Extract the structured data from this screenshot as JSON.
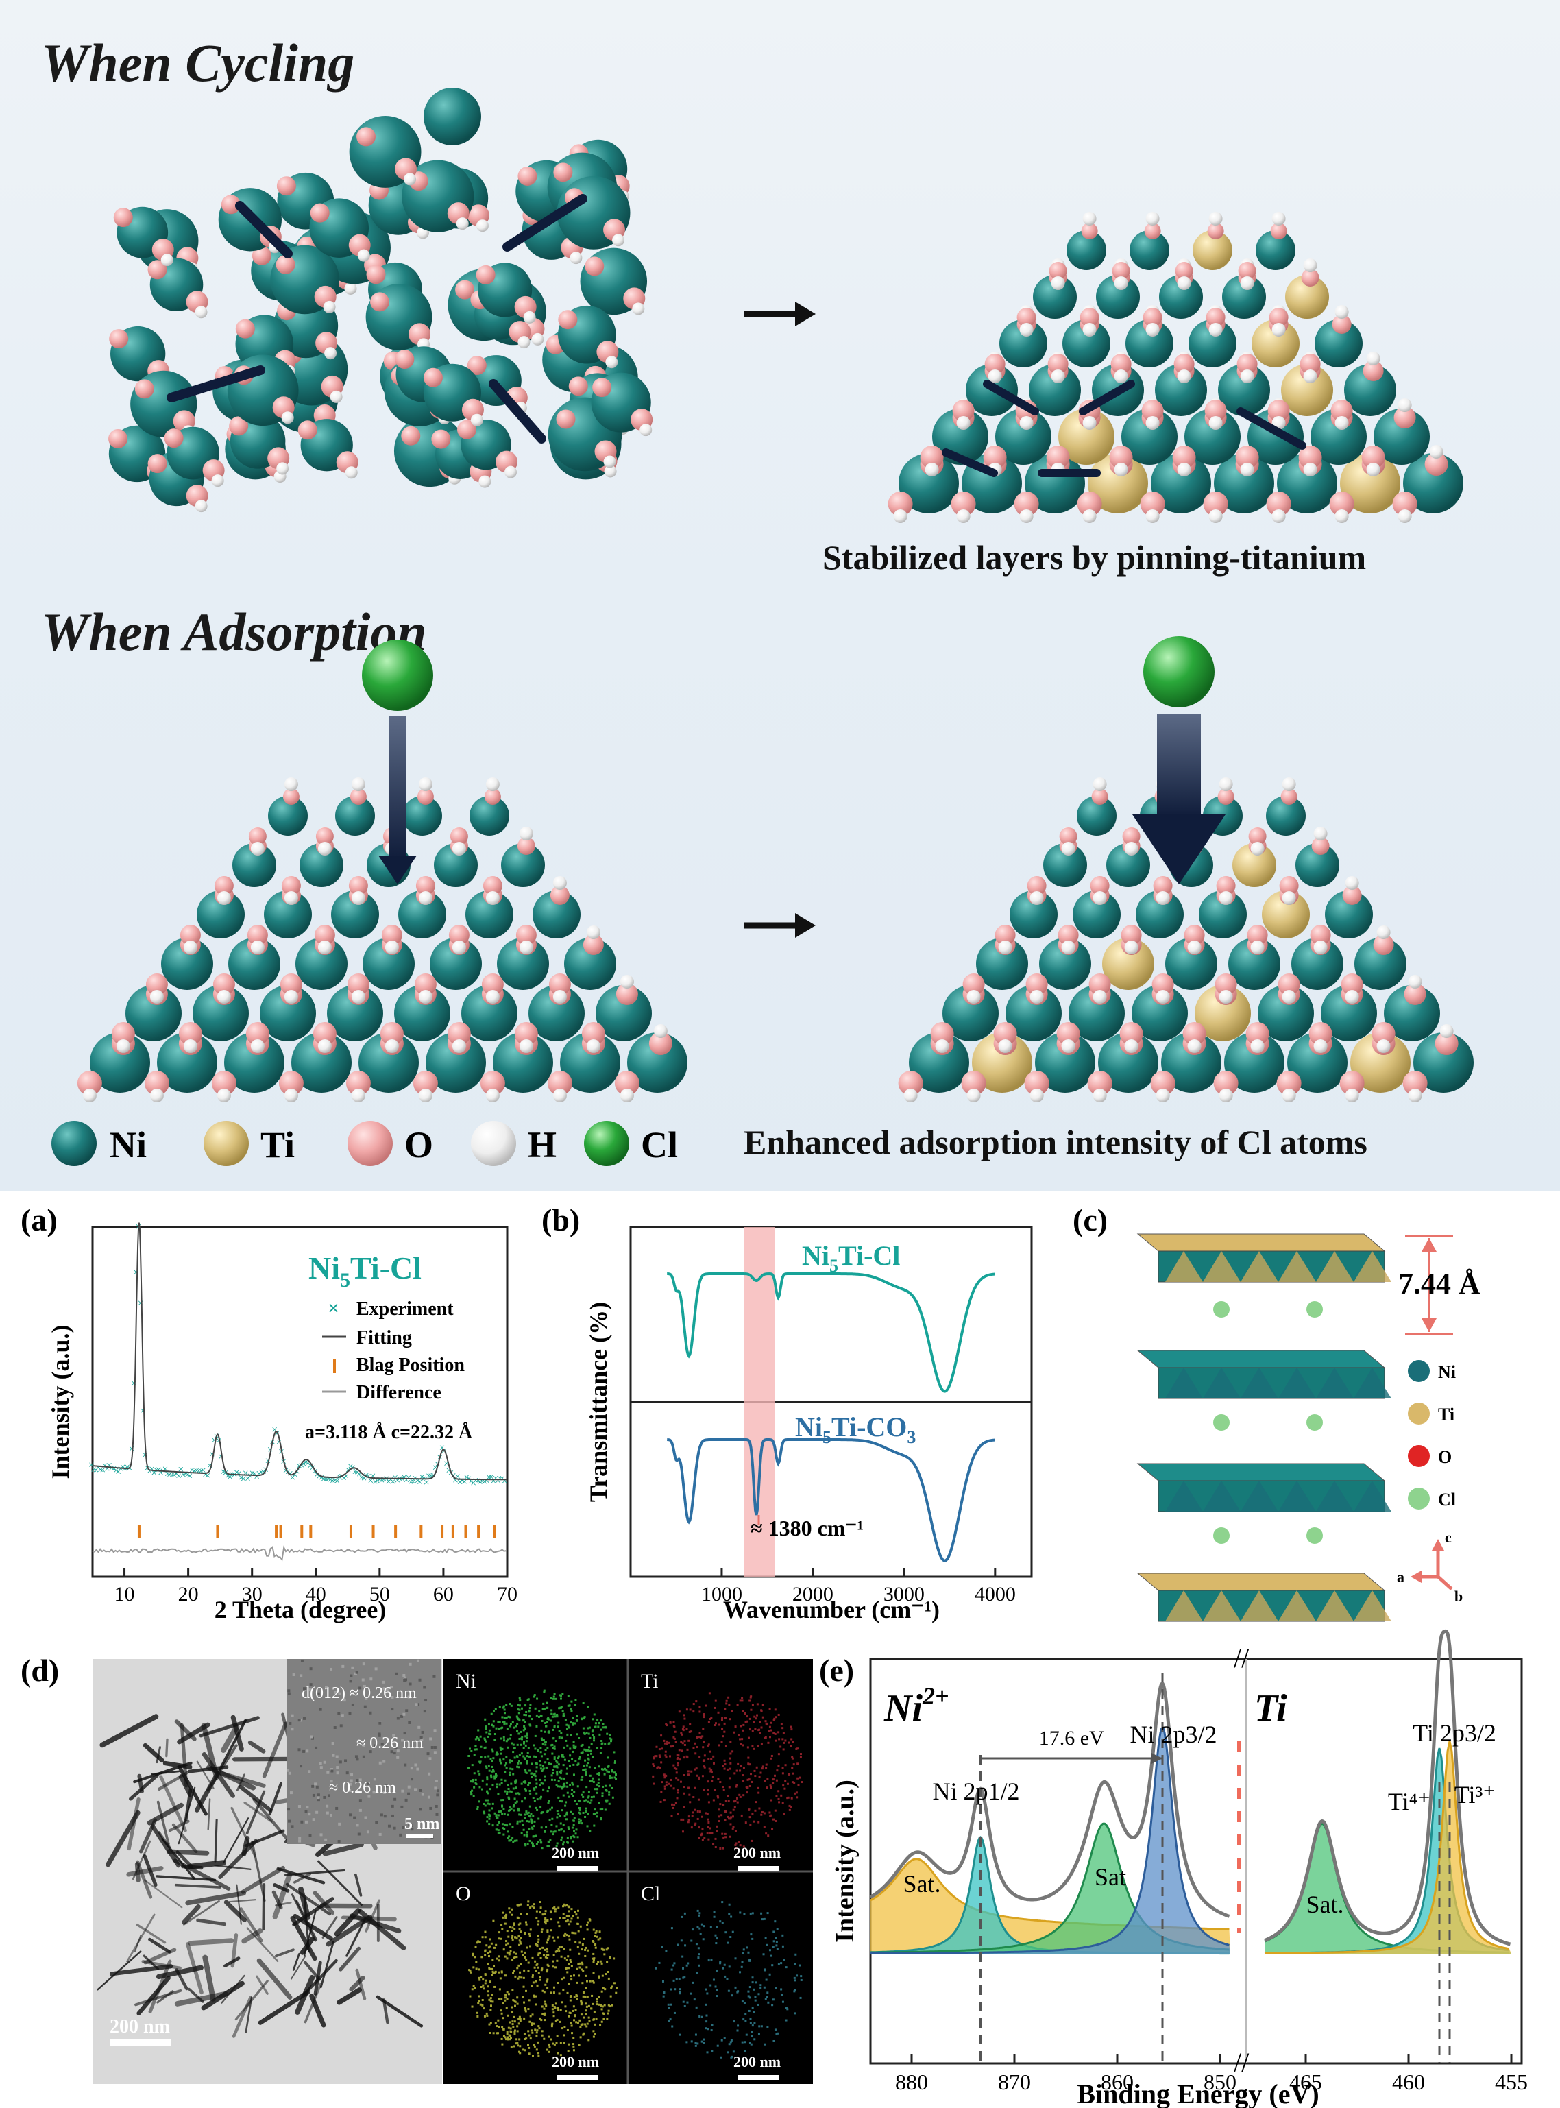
{
  "top": {
    "cycling_title": "When Cycling",
    "adsorption_title": "When Adsorption",
    "cycling_caption": "Stabilized layers by pinning-titanium",
    "adsorption_caption": "Enhanced adsorption intensity of Cl atoms",
    "legend": [
      {
        "label": "Ni",
        "color": "#1f7f7e"
      },
      {
        "label": "Ti",
        "color": "#d8bf7a"
      },
      {
        "label": "O",
        "color": "#f0a7a7"
      },
      {
        "label": "H",
        "color": "#f4f4f4"
      },
      {
        "label": "Cl",
        "color": "#2aa83a"
      }
    ]
  },
  "panel_a": {
    "letter": "(a)",
    "sample": "Ni",
    "sample_sub": "5",
    "sample_suffix": "Ti-Cl",
    "legend": [
      "Experiment",
      "Fitting",
      "Blag Position",
      "Difference"
    ],
    "lattice": "a=3.118 Å   c=22.32 Å",
    "xlabel": "2 Theta (degree)",
    "ylabel": "Intensity (a.u.)",
    "xticks": [
      "10",
      "20",
      "30",
      "40",
      "50",
      "60",
      "70"
    ]
  },
  "panel_b": {
    "letter": "(b)",
    "top_sample": "Ni",
    "top_sub": "5",
    "top_suffix": "Ti-Cl",
    "bottom_sample": "Ni",
    "bottom_sub": "5",
    "bottom_suffix": "Ti-CO",
    "bottom_sub2": "3",
    "annotation": "≈ 1380 cm⁻¹",
    "xlabel": "Wavenumber (cm⁻¹)",
    "ylabel": "Transmittance (%)",
    "xticks": [
      "1000",
      "2000",
      "3000",
      "4000"
    ]
  },
  "panel_c": {
    "letter": "(c)",
    "spacing": "7.44 Å",
    "legend": [
      {
        "label": "Ni",
        "color": "#1a6e78"
      },
      {
        "label": "Ti",
        "color": "#d9b86a"
      },
      {
        "label": "O",
        "color": "#e02424"
      },
      {
        "label": "Cl",
        "color": "#8ed38e"
      }
    ],
    "axes": [
      "c",
      "a",
      "b"
    ]
  },
  "panel_d": {
    "letter": "(d)",
    "scale_main": "200 nm",
    "inset_labels": [
      "d(012) ≈ 0.26 nm",
      "≈ 0.26 nm",
      "≈ 0.26 nm"
    ],
    "inset_scale": "5 nm",
    "maps": [
      {
        "label": "Ni",
        "scale": "200 nm",
        "color": "#2fa33a"
      },
      {
        "label": "Ti",
        "scale": "200 nm",
        "color": "#8a1f28"
      },
      {
        "label": "O",
        "scale": "200 nm",
        "color": "#a3a332"
      },
      {
        "label": "Cl",
        "scale": "200 nm",
        "color": "#2a6c7a"
      }
    ]
  },
  "panel_e": {
    "letter": "(e)",
    "ni_label": "Ni",
    "ni_sup": "2+",
    "ti_label": "Ti",
    "peak_labels": [
      "Sat.",
      "Ni 2p1/2",
      "Sat",
      "Ni 2p3/2",
      "Sat.",
      "Ti⁴⁺",
      "Ti³⁺",
      "Ti 2p3/2"
    ],
    "splitting": "17.6 eV",
    "xlabel": "Binding Energy (eV)",
    "ylabel": "Intensity (a.u.)",
    "xticks_ni": [
      "880",
      "870",
      "860",
      "850"
    ],
    "xticks_ti": [
      "465",
      "460",
      "455"
    ]
  }
}
